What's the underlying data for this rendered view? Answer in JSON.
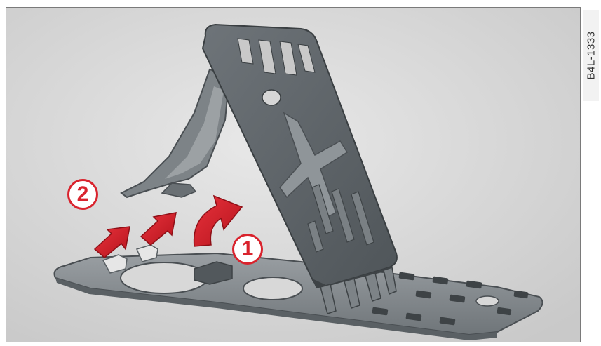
{
  "illustration_code": "B4L-1333",
  "callouts": [
    "1",
    "2"
  ],
  "colors": {
    "background": "#d6d6d6",
    "part_dark": "#5f656a",
    "part_mid": "#868c90",
    "part_light": "#a7acaf",
    "arrow_red": "#d9232d"
  }
}
